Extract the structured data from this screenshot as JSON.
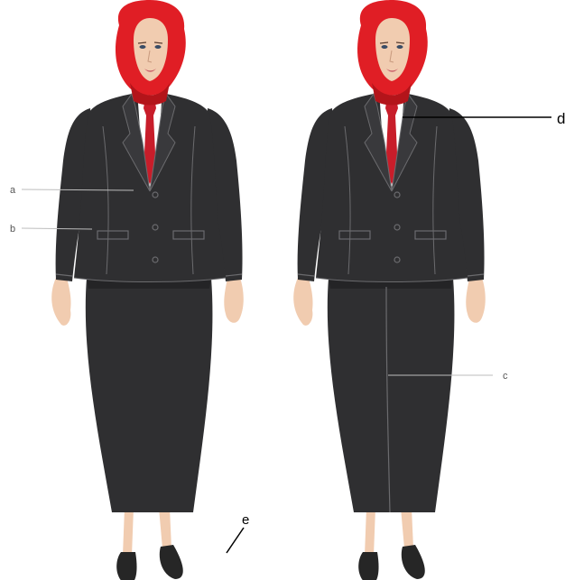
{
  "labels": {
    "a": "a",
    "b": "b",
    "c": "c",
    "d": "d",
    "e": "e"
  },
  "colors": {
    "hijab": "#e01e25",
    "hijab_dark": "#b3141a",
    "suit": "#2f2f31",
    "suit_shadow": "#242426",
    "seam": "#6b6b6e",
    "shirt": "#ffffff",
    "tie": "#c81d2a",
    "skin": "#f1ccb0",
    "shoe": "#262626",
    "leader_light": "#bdbdbd",
    "leader_dark": "#000000"
  },
  "figures": [
    {
      "name": "left-figure",
      "variant": "skirt"
    },
    {
      "name": "right-figure",
      "variant": "skirt-with-pleat"
    }
  ]
}
